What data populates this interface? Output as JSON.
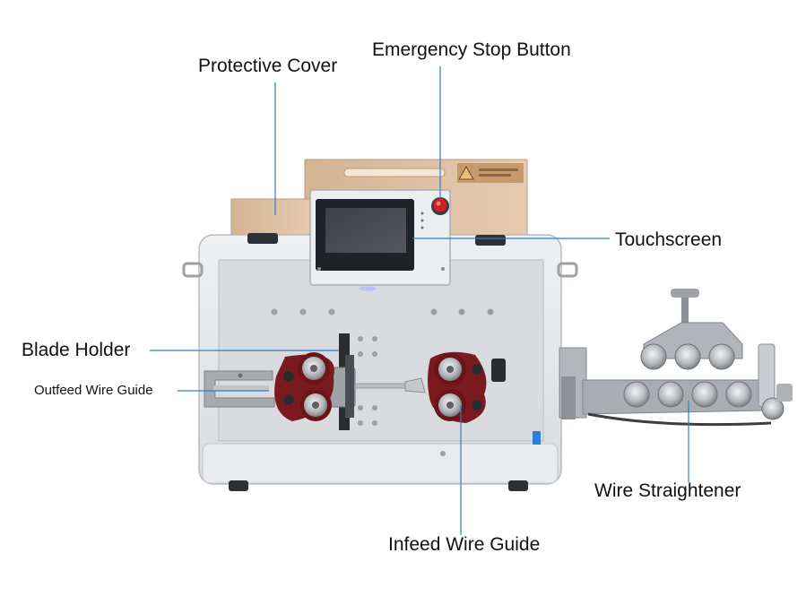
{
  "colors": {
    "leader_line": "#2a7fd0",
    "cover": "#d8b89a",
    "body": "#e4e6e8",
    "panel": "#d6d8da",
    "roller_red": "#8a1d22",
    "stop_button": "#d22020"
  },
  "labels": {
    "protective_cover": "Protective Cover",
    "emergency_stop_button": "Emergency Stop Button",
    "touchscreen": "Touchscreen",
    "blade_holder": "Blade Holder",
    "outfeed_wire_guide": "Outfeed Wire Guide",
    "wire_straightener": "Wire Straightener",
    "infeed_wire_guide": "Infeed Wire Guide"
  }
}
